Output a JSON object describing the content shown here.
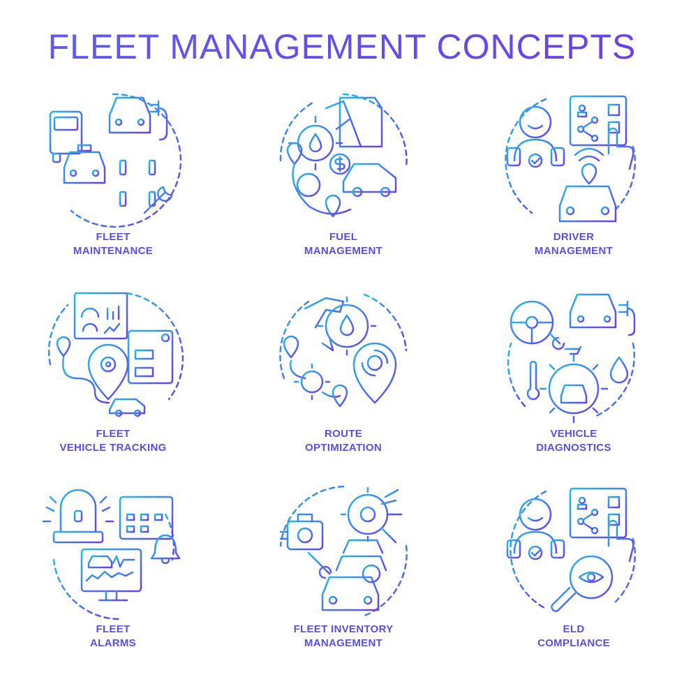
{
  "title": "FLEET MANAGEMENT CONCEPTS",
  "gradient": {
    "start": "#22b8ef",
    "end": "#6a3fe8"
  },
  "concepts": [
    {
      "line1": "FLEET",
      "line2": "MAINTENANCE",
      "icon": "fleet-maintenance-icon"
    },
    {
      "line1": "FUEL",
      "line2": "MANAGEMENT",
      "icon": "fuel-management-icon"
    },
    {
      "line1": "DRIVER",
      "line2": "MANAGEMENT",
      "icon": "driver-management-icon"
    },
    {
      "line1": "FLEET",
      "line2": "VEHICLE TRACKING",
      "icon": "vehicle-tracking-icon"
    },
    {
      "line1": "ROUTE",
      "line2": "OPTIMIZATION",
      "icon": "route-optimization-icon"
    },
    {
      "line1": "VEHICLE",
      "line2": "DIAGNOSTICS",
      "icon": "vehicle-diagnostics-icon"
    },
    {
      "line1": "FLEET",
      "line2": "ALARMS",
      "icon": "fleet-alarms-icon"
    },
    {
      "line1": "FLEET INVENTORY",
      "line2": "MANAGEMENT",
      "icon": "fleet-inventory-icon"
    },
    {
      "line1": "ELD",
      "line2": "COMPLIANCE",
      "icon": "eld-compliance-icon"
    }
  ]
}
